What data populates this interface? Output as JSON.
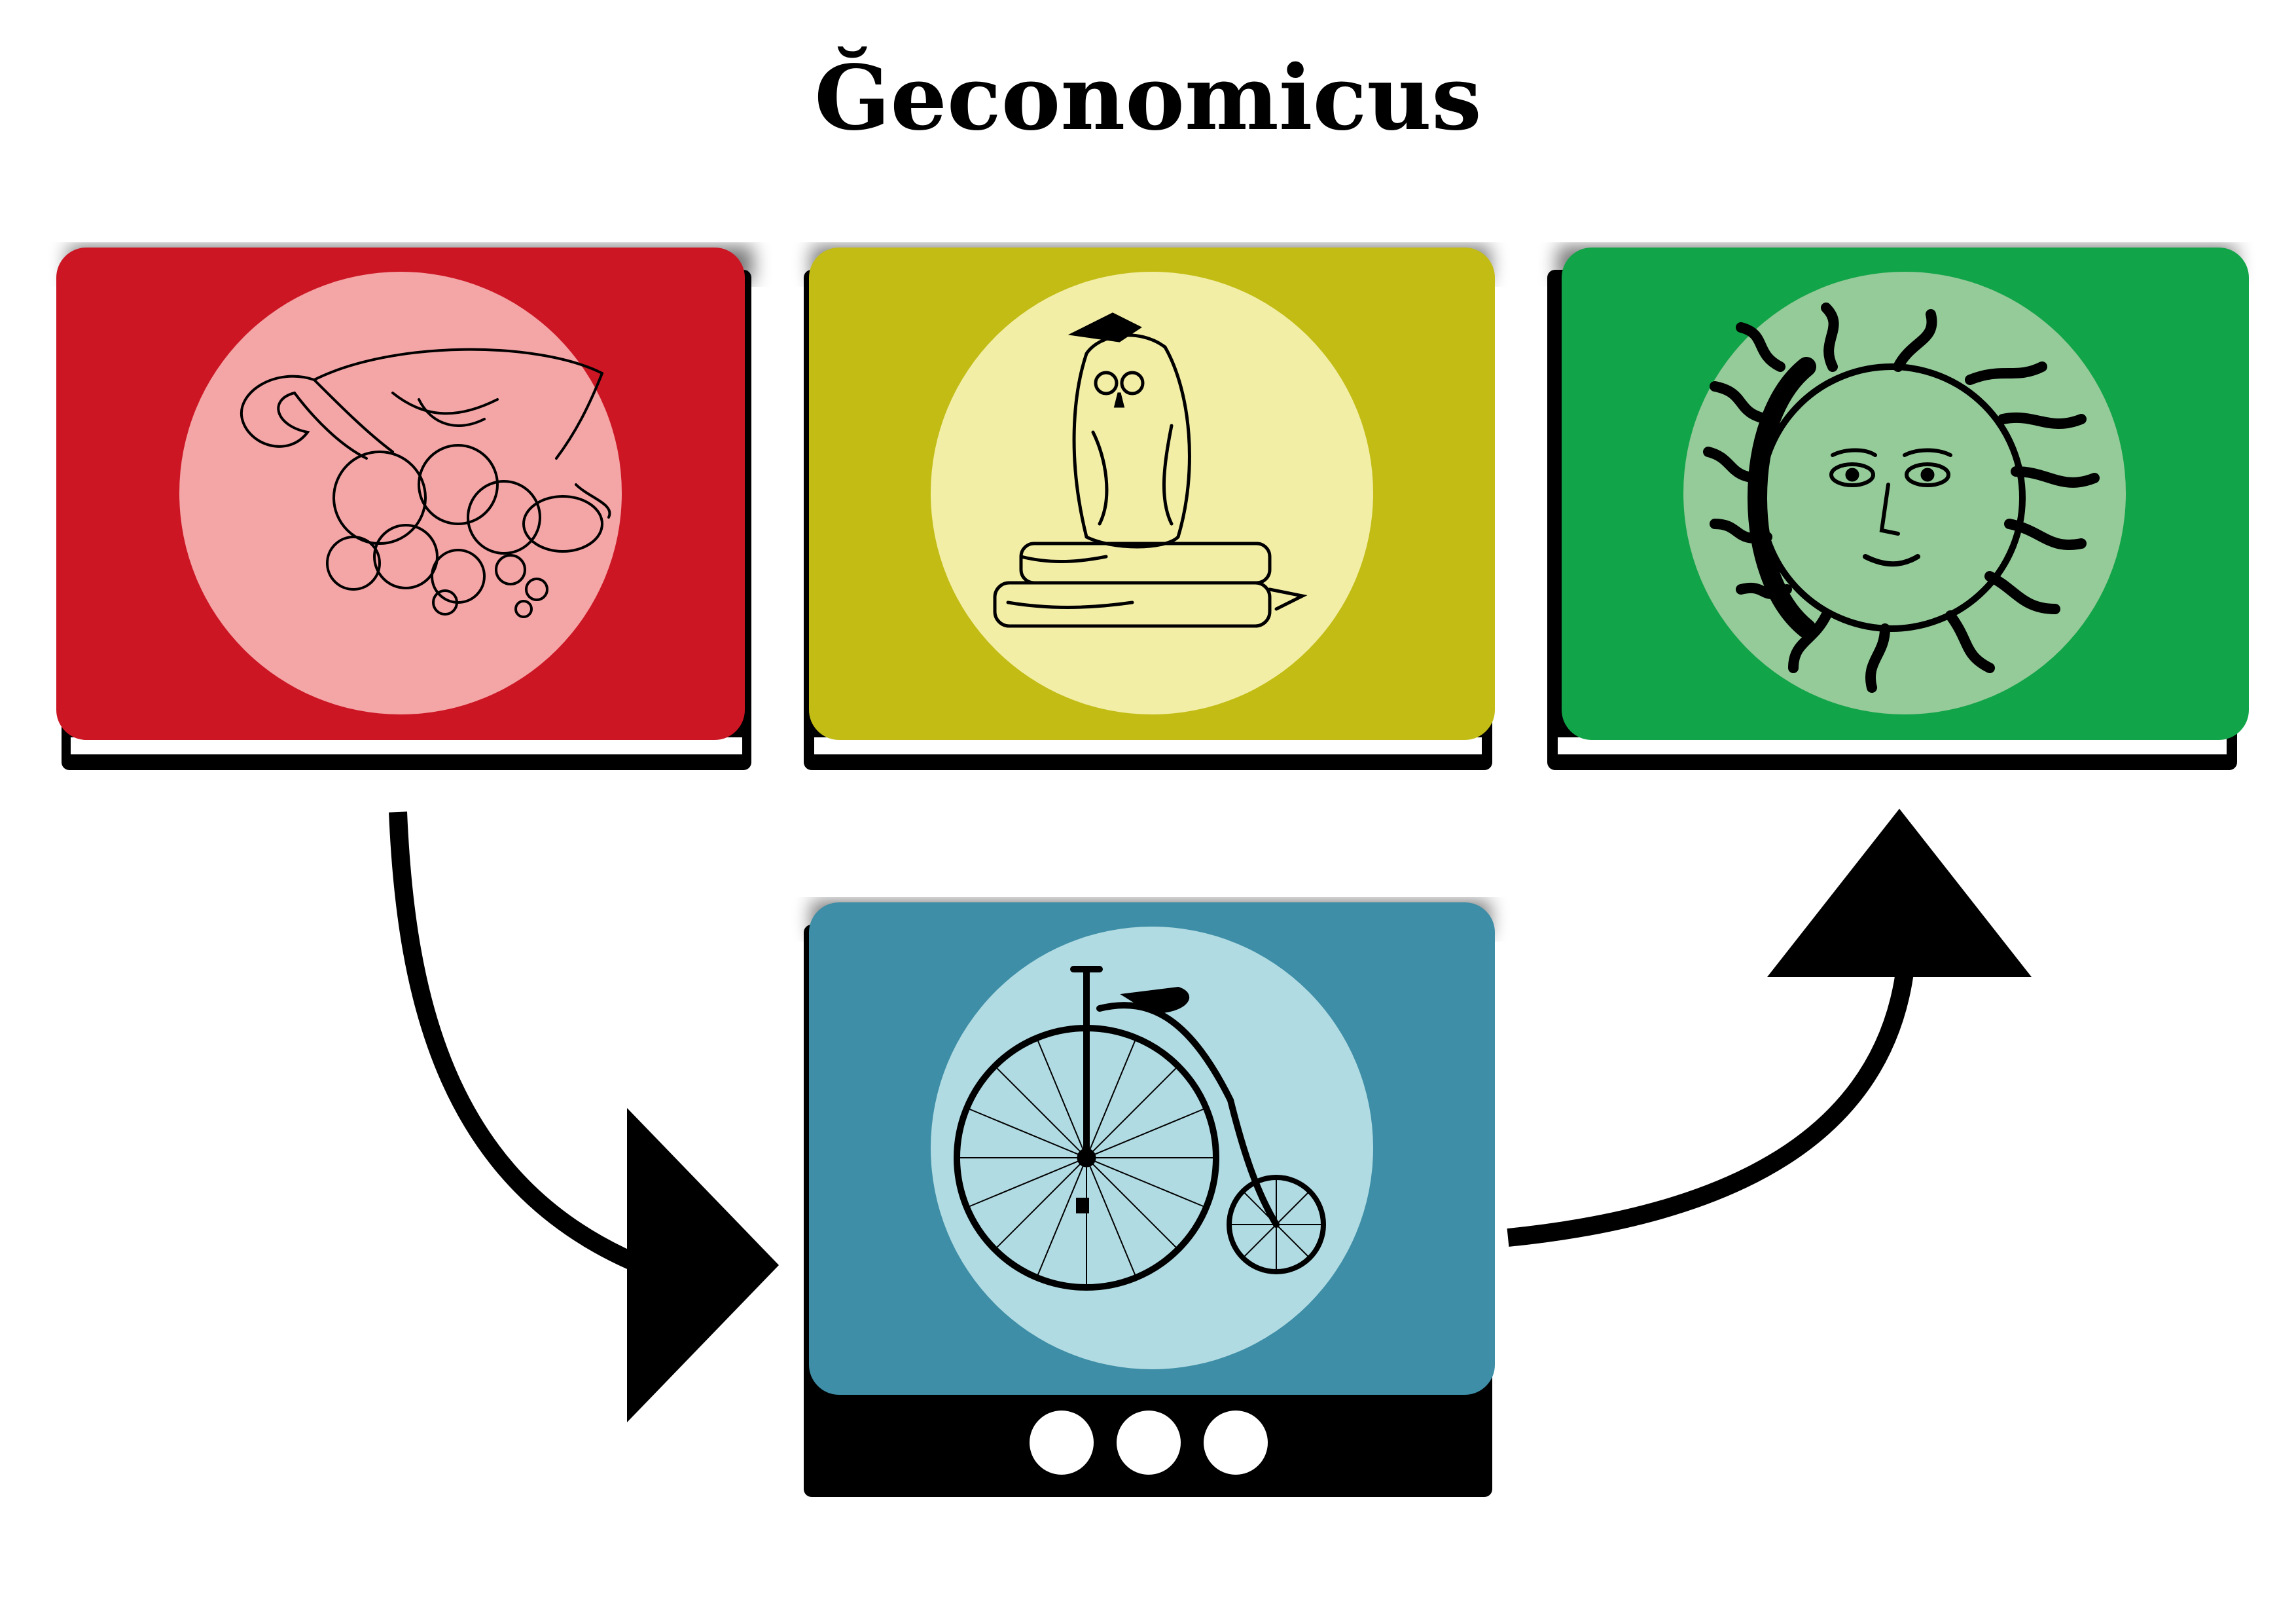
{
  "title": "Ğeconomicus",
  "cards": [
    {
      "id": "cornucopia",
      "icon": "cornucopia-icon",
      "color": "#cc1624",
      "disc_color": "#f4a5a6"
    },
    {
      "id": "owl",
      "icon": "owl-on-books-icon",
      "color": "#c2bc15",
      "disc_color": "#f3eea6"
    },
    {
      "id": "sun",
      "icon": "sun-face-icon",
      "color": "#12a448",
      "disc_color": "#95ca99"
    },
    {
      "id": "bicycle",
      "icon": "penny-farthing-icon",
      "color": "#3d8ea6",
      "disc_color": "#b1dbe3"
    }
  ],
  "shadow_color": "#000000",
  "dots_color": "#ffffff",
  "arrow_color": "#000000"
}
